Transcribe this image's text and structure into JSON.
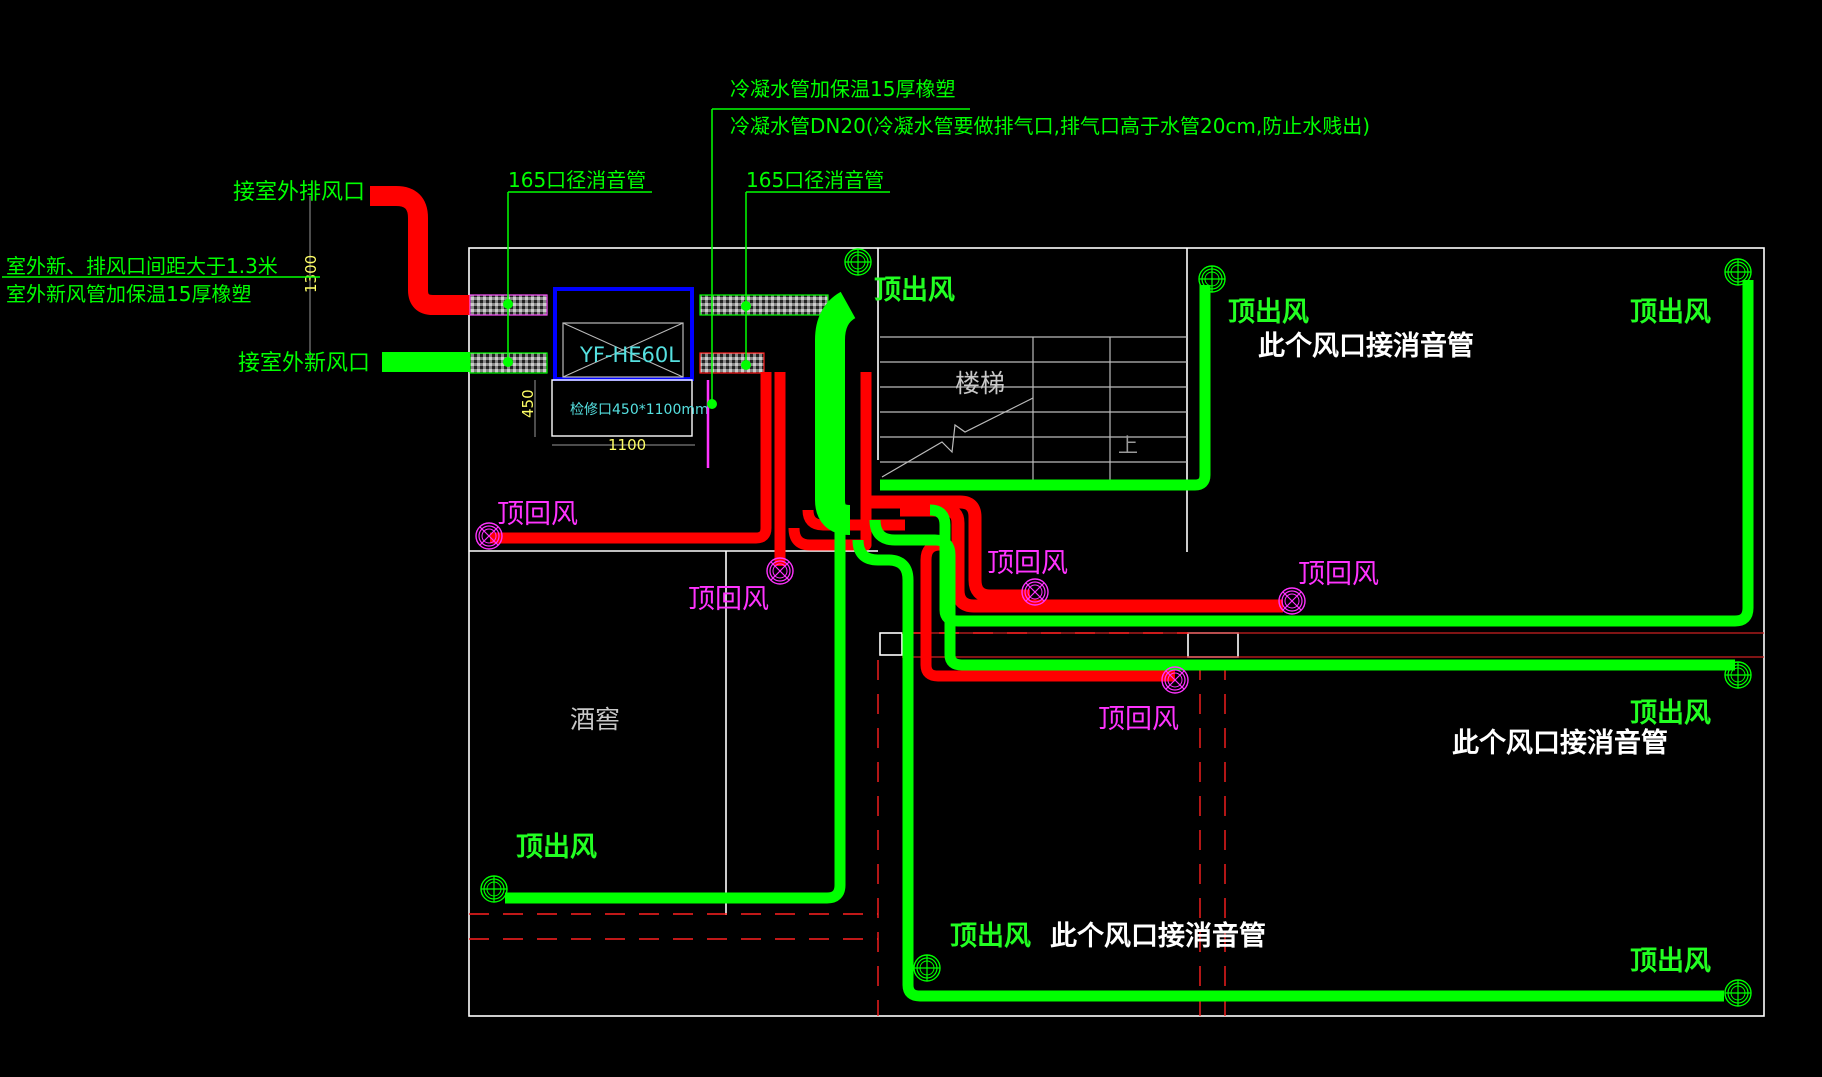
{
  "drawing": {
    "colors": {
      "background": "#000000",
      "supply_duct": "#00ff00",
      "return_duct": "#ff0000",
      "return_label": "#ff33ff",
      "walls": "#ffffff",
      "unit_frame": "#0000ff",
      "dimension_text": "#ffff66",
      "unit_text": "#55e0e0"
    },
    "notes": {
      "exhaust_outlet": "接室外排风口",
      "fresh_inlet": "接室外新风口",
      "spacing_note": "室外新、排风口间距大于1.3米",
      "insulation_note": "室外新风管加保温15厚橡塑",
      "condensate_insulation": "冷凝水管加保温15厚橡塑",
      "condensate_pipe": "冷凝水管DN20(冷凝水管要做排气口,排气口高于水管20cm,防止水贱出)",
      "silencer_left": "165口径消音管",
      "silencer_right": "165口径消音管"
    },
    "unit": {
      "model": "YF-HE60L",
      "access_panel": "检修口450*1100mm",
      "dim_width": "1100",
      "dim_height": "450",
      "dim_spacing": "1300"
    },
    "rooms": {
      "stair": "楼梯",
      "stair_up": "上",
      "wine_cellar": "酒窖"
    },
    "supply_outlets": [
      {
        "label": "顶出风",
        "note": ""
      },
      {
        "label": "顶出风",
        "note": "此个风口接消音管"
      },
      {
        "label": "顶出风",
        "note": ""
      },
      {
        "label": "顶出风",
        "note": "此个风口接消音管"
      },
      {
        "label": "顶出风",
        "note": ""
      },
      {
        "label": "顶出风",
        "note": "此个风口接消音管"
      },
      {
        "label": "顶出风",
        "note": ""
      }
    ],
    "return_inlets": [
      {
        "label": "顶回风"
      },
      {
        "label": "顶回风"
      },
      {
        "label": "顶回风"
      },
      {
        "label": "顶回风"
      },
      {
        "label": "顶回风"
      }
    ]
  }
}
